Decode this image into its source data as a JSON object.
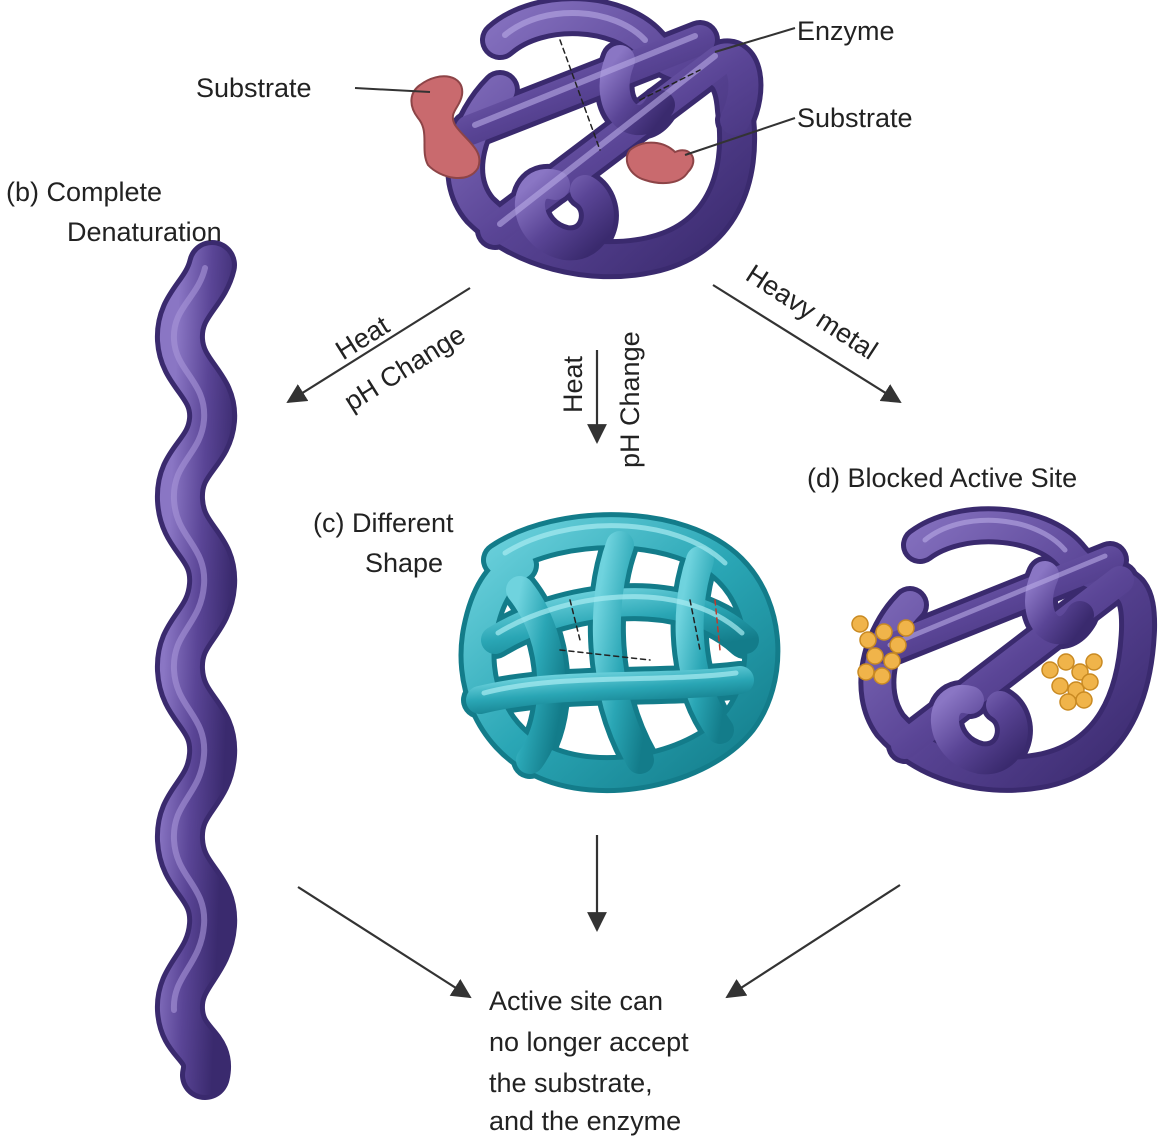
{
  "labels": {
    "enzyme": "Enzyme",
    "substrate_left": "Substrate",
    "substrate_right": "Substrate",
    "complete_line1": "(b) Complete",
    "complete_line2": "Denaturation",
    "heat_left": "Heat",
    "ph_left": "pH Change",
    "heat_mid": "Heat",
    "ph_mid": "pH Change",
    "heavy_metal": "Heavy metal",
    "different_line1": "(c) Different",
    "different_line2": "Shape",
    "blocked": "(d) Blocked Active Site",
    "result_line1": "Active site can",
    "result_line2": "no longer accept",
    "result_line3": "the substrate,",
    "result_line4": "and the enzyme"
  },
  "colors": {
    "enzyme_purple": "#5a4596",
    "enzyme_dark": "#3a2a6e",
    "substrate_pink": "#c96a6e",
    "teal": "#2aa6b5",
    "teal_dark": "#137c8a",
    "metal_gold": "#f0b44a",
    "arrow": "#333333"
  },
  "icons": [
    "enzyme-coil-icon",
    "substrate-icon",
    "denatured-chain-icon",
    "misfolded-enzyme-icon",
    "heavy-metal-ions-icon"
  ]
}
